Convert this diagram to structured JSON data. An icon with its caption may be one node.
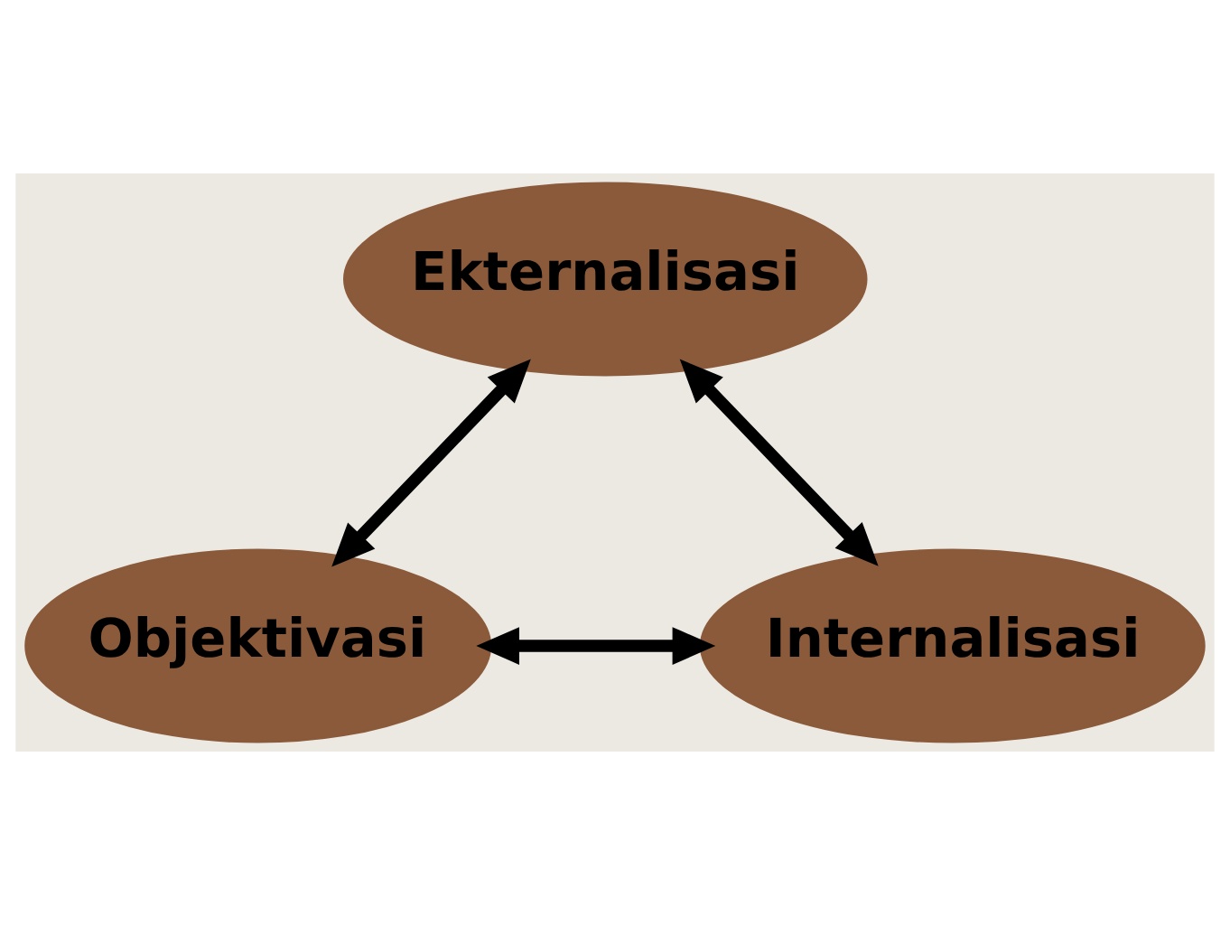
{
  "diagram": {
    "nodes": [
      {
        "text": [
          "Ekternalisasi"
        ]
      },
      {
        "text": [
          "Objektivasi"
        ]
      },
      {
        "text": [
          "Internalisasi"
        ]
      }
    ],
    "edges": [
      {
        "from": 0,
        "to": 1,
        "arrow": "both"
      },
      {
        "from": 0,
        "to": 2,
        "arrow": "both"
      },
      {
        "from": 1,
        "to": 2,
        "arrow": "both"
      }
    ]
  }
}
